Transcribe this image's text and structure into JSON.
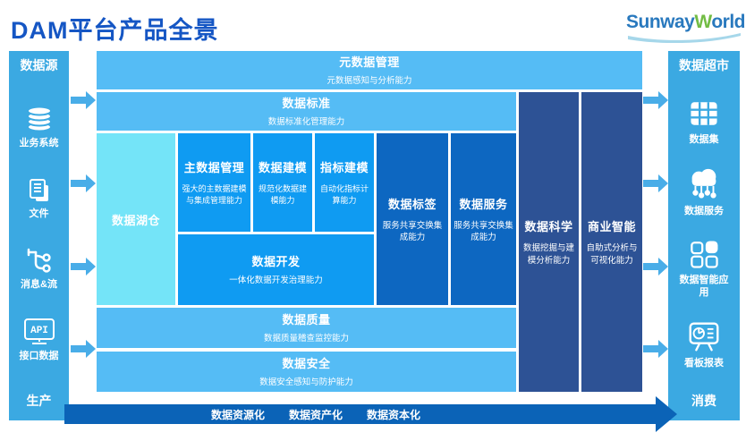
{
  "title": "DAM平台产品全景",
  "logo": {
    "part1": "Sunway",
    "part2": "W",
    "part3": "orld"
  },
  "colors": {
    "title_blue": "#1556C4",
    "sidebar_blue": "#3BA9E2",
    "row_light_blue": "#55BCF5",
    "grid_bright_blue": "#0F9BF2",
    "dark_blue": "#0D67C1",
    "navy": "#2D5295",
    "lakehouse_cyan": "#74E4F8",
    "bottom_arrow_blue": "#0B63B7",
    "connector_blue": "#49ADE8",
    "logo_blue": "#2979BE",
    "logo_green": "#72BC44"
  },
  "left_sidebar": {
    "title": "数据源",
    "footer": "生产",
    "items": [
      {
        "icon": "database-icon",
        "label": "业务系统"
      },
      {
        "icon": "document-icon",
        "label": "文件"
      },
      {
        "icon": "stream-icon",
        "label": "消息&流"
      },
      {
        "icon": "api-monitor-icon",
        "label": "接口数据",
        "icon_text": "API"
      }
    ]
  },
  "right_sidebar": {
    "title": "数据超市",
    "footer": "消费",
    "items": [
      {
        "icon": "dataset-grid-icon",
        "label": "数据集"
      },
      {
        "icon": "cloud-service-icon",
        "label": "数据服务"
      },
      {
        "icon": "apps-icon",
        "label": "数据智能应用"
      },
      {
        "icon": "dashboard-icon",
        "label": "看板报表"
      }
    ]
  },
  "blocks": {
    "metadata": {
      "title": "元数据管理",
      "subtitle": "元数据感知与分析能力"
    },
    "standard": {
      "title": "数据标准",
      "subtitle": "数据标准化管理能力"
    },
    "lakehouse": {
      "title": "数据湖仓"
    },
    "mdm": {
      "title": "主数据管理",
      "subtitle": "强大的主数据建模与集成管理能力"
    },
    "modeling": {
      "title": "数据建模",
      "subtitle": "规范化数据建模能力"
    },
    "metrics": {
      "title": "指标建模",
      "subtitle": "自动化指标计算能力"
    },
    "development": {
      "title": "数据开发",
      "subtitle": "一体化数据开发治理能力"
    },
    "tags": {
      "title": "数据标签",
      "subtitle": "服务共享交换集成能力"
    },
    "services": {
      "title": "数据服务",
      "subtitle": "服务共享交换集成能力"
    },
    "science": {
      "title": "数据科学",
      "subtitle": "数据挖掘与建模分析能力"
    },
    "bi": {
      "title": "商业智能",
      "subtitle": "自助式分析与可视化能力"
    },
    "quality": {
      "title": "数据质量",
      "subtitle": "数据质量稽查监控能力"
    },
    "security": {
      "title": "数据安全",
      "subtitle": "数据安全感知与防护能力"
    }
  },
  "bottom_arrow": {
    "labels": [
      "数据资源化",
      "数据资产化",
      "数据资本化"
    ]
  }
}
